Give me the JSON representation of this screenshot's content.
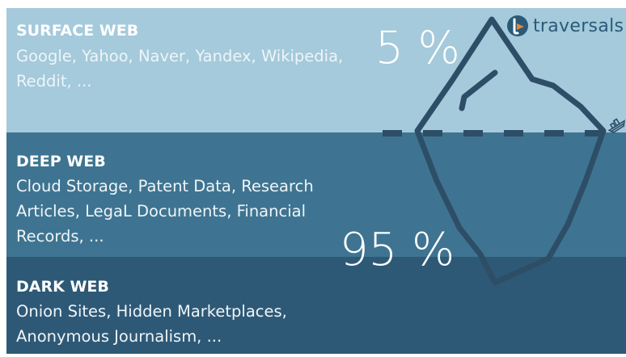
{
  "colors": {
    "surface_band": "#a4cadb",
    "deep_band": "#3e7491",
    "dark_band": "#2e5976",
    "iceberg_outline": "#2d4e66",
    "brand": "#2a5a78"
  },
  "brand": {
    "name": "traversals",
    "logo_icon": "traversals-logo-icon"
  },
  "layers": {
    "surface": {
      "title": "SURFACE WEB",
      "description": "Google, Yahoo, Naver, Yandex, Wikipedia,\nReddit, ...",
      "percent": "5 %"
    },
    "deep": {
      "title": "DEEP WEB",
      "description": "Cloud Storage, Patent Data, Research\nArticles, LegaL Documents, Financial\nRecords, ...",
      "percent": "95 %"
    },
    "dark": {
      "title": "DARK WEB",
      "description": "Onion Sites, Hidden Marketplaces,\nAnonymous Journalism, ..."
    }
  },
  "decorations": {
    "iceberg_icon": "iceberg-icon",
    "ship_icon": "ship-icon"
  }
}
